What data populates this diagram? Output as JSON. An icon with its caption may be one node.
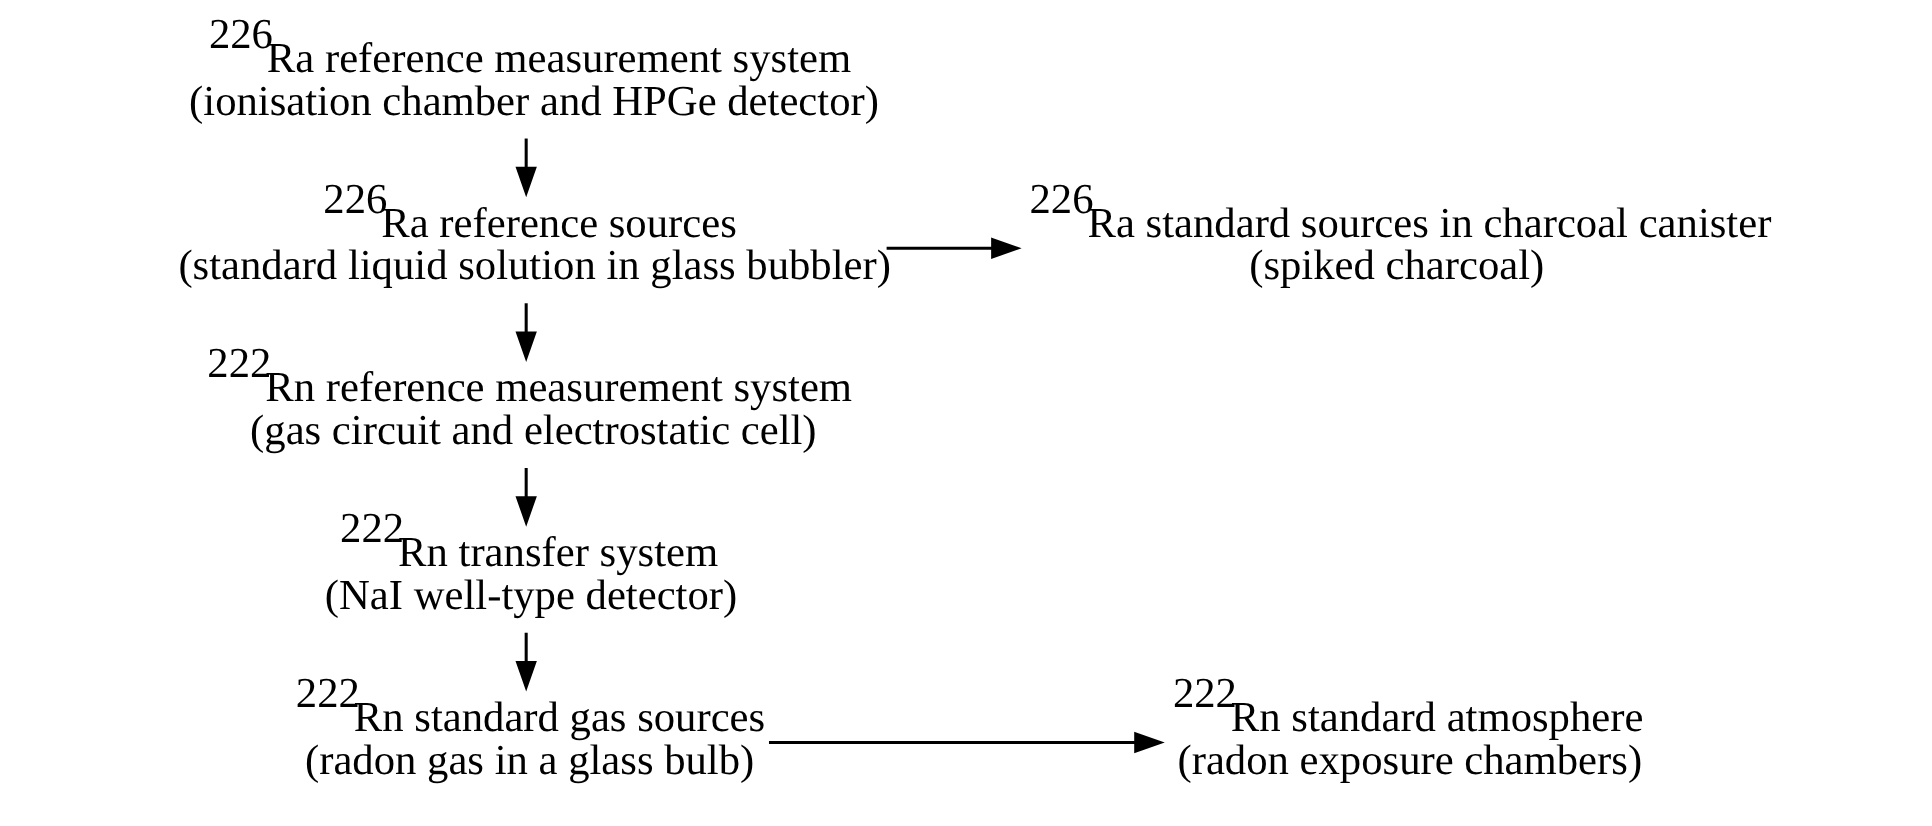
{
  "diagram": {
    "nodes": [
      {
        "text": [
          "$^{226}$Ra reference measurement system",
          "(ionisation chamber and HPGe detector)"
        ]
      },
      {
        "text": [
          "$^{226}$Ra reference sources",
          "(standard liquid solution in glass bubbler)"
        ]
      },
      {
        "text": [
          "$^{226}$Ra standard sources in charcoal canister",
          "(spiked charcoal)"
        ]
      },
      {
        "text": [
          "$^{222}$Rn reference measurement system",
          "(gas circuit and electrostatic cell)"
        ]
      },
      {
        "text": [
          "$^{222}$Rn transfer system",
          "(NaI well-type detector)"
        ]
      },
      {
        "text": [
          "$^{222}$Rn standard gas sources",
          "(radon gas in a glass bulb)"
        ]
      },
      {
        "text": [
          "$^{222}$Rn standard atmosphere",
          "(radon exposure chambers)"
        ]
      }
    ],
    "edges": [
      {
        "from": 0,
        "to": 1,
        "arrow": "to"
      },
      {
        "from": 1,
        "to": 2,
        "arrow": "to"
      },
      {
        "from": 1,
        "to": 3,
        "arrow": "to"
      },
      {
        "from": 3,
        "to": 4,
        "arrow": "to"
      },
      {
        "from": 4,
        "to": 5,
        "arrow": "to"
      },
      {
        "from": 5,
        "to": 6,
        "arrow": "to"
      }
    ]
  }
}
